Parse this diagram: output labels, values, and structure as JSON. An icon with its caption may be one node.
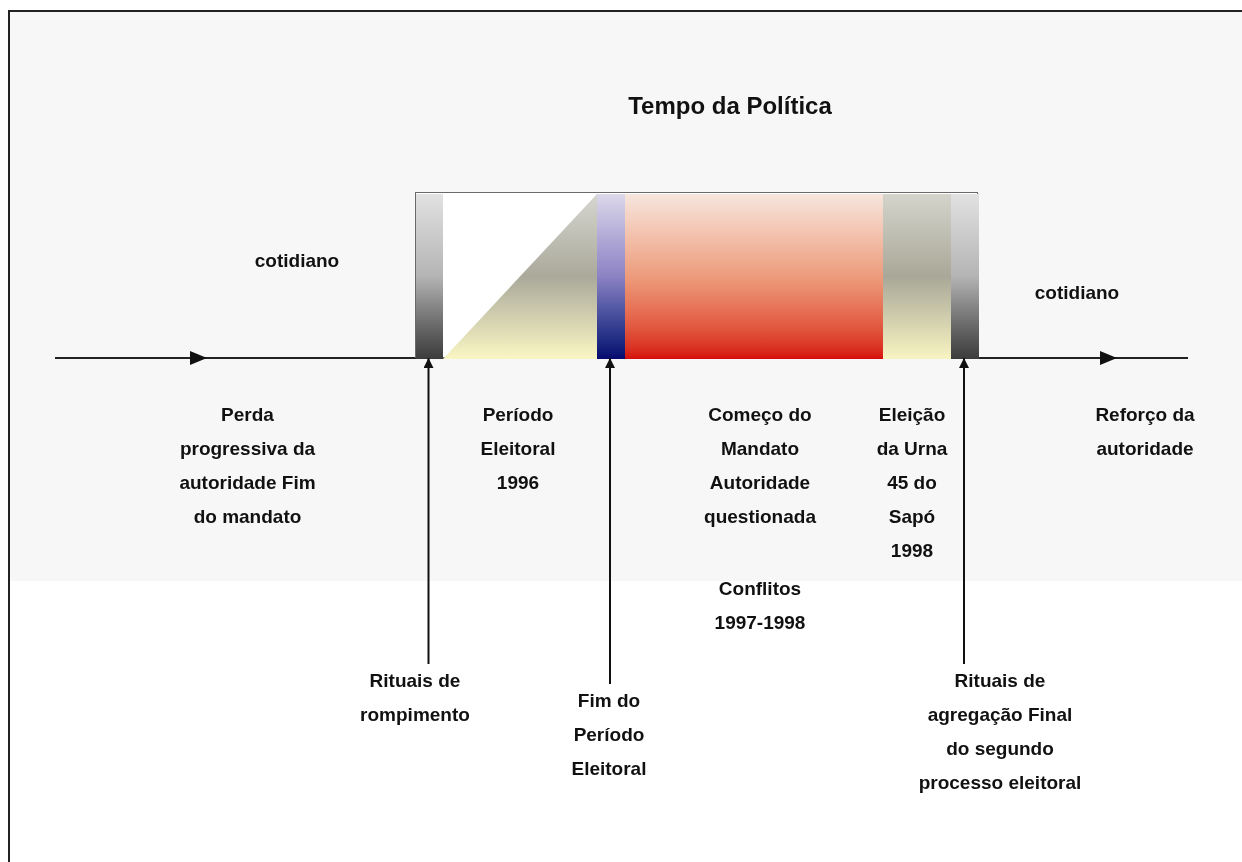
{
  "diagram": {
    "title": "Tempo da Política",
    "nodes": [
      {
        "text": [],
        "shape": "box"
      },
      {
        "text": [],
        "shape": "bar",
        "in": 0
      },
      {
        "text": [],
        "shape": "triangle",
        "in": 0
      },
      {
        "text": [],
        "shape": "bar",
        "in": 0
      },
      {
        "text": [],
        "shape": "box",
        "in": 0
      },
      {
        "text": [],
        "shape": "box",
        "in": 0
      },
      {
        "text": [],
        "shape": "bar",
        "in": 0
      },
      {
        "text": [
          "Rituais de rompimento"
        ]
      },
      {
        "text": [
          "Fim do Período Eleitoral"
        ]
      },
      {
        "text": [
          "Rituais de agregação Final do segundo processo eleitoral"
        ]
      }
    ],
    "edges": [
      {
        "from": 7,
        "to": 1,
        "arrow": "to"
      },
      {
        "from": 8,
        "to": 3,
        "arrow": "to"
      },
      {
        "from": 9,
        "to": 6,
        "arrow": "to"
      }
    ],
    "labels": [
      "cotidiano",
      "cotidiano",
      "Perda progressiva da autoridade Fim do mandato",
      "Período Eleitoral 1996",
      "Começo do Mandato Autoridade questionada",
      "Eleição da Urna 45 do Sapó 1998",
      "Reforço da autoridade",
      "Conflitos 1997-1998"
    ]
  }
}
